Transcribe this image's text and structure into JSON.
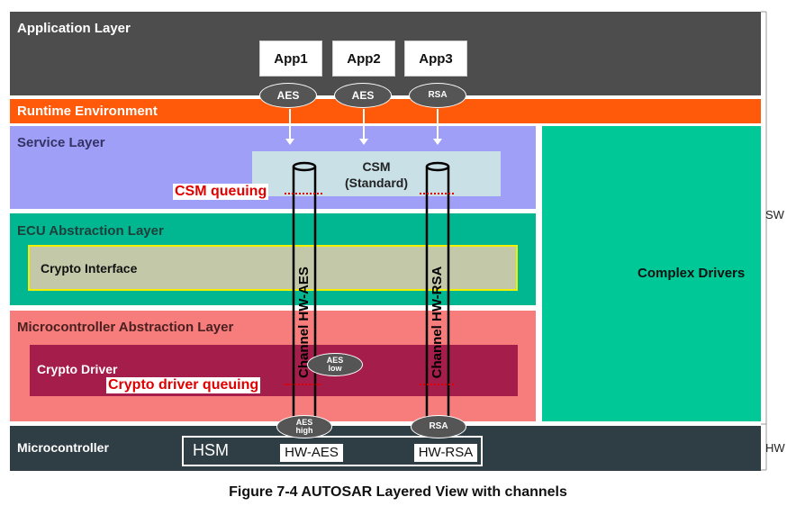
{
  "layers": {
    "application": "Application Layer",
    "runtime": "Runtime Environment",
    "service": "Service Layer",
    "ecu": "ECU Abstraction Layer",
    "mcal": "Microcontroller Abstraction Layer",
    "microcontroller": "Microcontroller"
  },
  "apps": [
    {
      "label": "App1",
      "algo": "AES"
    },
    {
      "label": "App2",
      "algo": "AES"
    },
    {
      "label": "App3",
      "algo": "RSA"
    }
  ],
  "csm": {
    "line1": "CSM",
    "line2": "(Standard)"
  },
  "crypto_interface": "Crypto Interface",
  "crypto_driver": "Crypto Driver",
  "complex_drivers": "Complex Drivers",
  "channels": {
    "aes": {
      "label": "Channel HW-AES",
      "bottom_oval": [
        "AES",
        "high"
      ],
      "hw": "HW-AES"
    },
    "rsa": {
      "label": "Channel HW-RSA",
      "bottom_oval": [
        "RSA"
      ],
      "hw": "HW-RSA"
    }
  },
  "aes_low_oval": [
    "AES",
    "low"
  ],
  "queuing": {
    "csm": "CSM queuing",
    "driver": "Crypto driver queuing"
  },
  "hsm": "HSM",
  "side": {
    "sw": "SW",
    "hw": "HW"
  },
  "caption": "Figure 7-4 AUTOSAR Layered View with channels",
  "colors": {
    "application": "#4d4d4d",
    "runtime": "#ff5a0a",
    "service": "#9f9ff7",
    "ecu": "#00b792",
    "mcal": "#f77c7c",
    "crypto_driver": "#a51d4a",
    "microcontroller": "#2f3d44",
    "complex": "#00c896",
    "csm": "#c8e0e6",
    "crypto_interface": "#c3c8a8"
  }
}
